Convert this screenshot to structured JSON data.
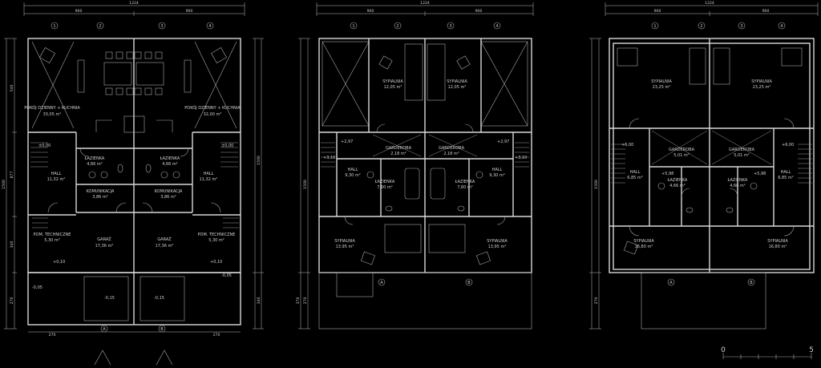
{
  "plans": [
    {
      "id": "ground-floor",
      "top_total": "1224",
      "top_segments": [
        "900",
        "900"
      ],
      "bottom_segments": [
        "270",
        "270"
      ],
      "left_dims": [
        "540",
        "877",
        "340",
        "270"
      ],
      "left_total": "1500",
      "right_dims": [
        "1500",
        "340"
      ],
      "rooms": [
        "POKÓJ DZIENNY + KUCHNIA",
        "POKÓJ DZIENNY + KUCHNIA",
        "ŁAZIENKA",
        "ŁAZIENKA",
        "HALL",
        "HALL",
        "GARAŻ",
        "GARAŻ",
        "POM. TECHNICZNE",
        "POM. TECHNICZNE",
        "KOMUNIKACJA",
        "KOMUNIKACJA"
      ],
      "areas": [
        "33,05 m²",
        "32,00 m²",
        "4,66 m²",
        "4,66 m²",
        "11,32 m²",
        "11,32 m²",
        "17,36 m²",
        "17,36 m²",
        "5,30 m²",
        "5,30 m²",
        "3,86 m²",
        "3,86 m²"
      ],
      "levels": [
        "±0,00",
        "±0,00",
        "-0,15",
        "-0,15",
        "-0,05",
        "-0,05",
        "+0,10",
        "+0,10"
      ],
      "axis_marks": [
        "1",
        "2",
        "3",
        "4",
        "A",
        "B"
      ]
    },
    {
      "id": "first-floor",
      "top_total": "1224",
      "top_segments": [
        "900",
        "900"
      ],
      "left_dims": [
        "1500",
        "270",
        "370"
      ],
      "rooms": [
        "SYPIALNIA",
        "SYPIALNIA",
        "GARDEROBA",
        "GARDEROBA",
        "ŁAZIENKA",
        "ŁAZIENKA",
        "HALL",
        "HALL",
        "SYPIALNIA",
        "SYPIALNIA"
      ],
      "areas": [
        "12,05 m²",
        "12,05 m²",
        "2,18 m²",
        "2,18 m²",
        "7,60 m²",
        "7,60 m²",
        "9,30 m²",
        "9,30 m²",
        "13,95 m²",
        "13,95 m²"
      ],
      "levels": [
        "+3,10",
        "+3,10",
        "+2,97",
        "+2,97"
      ],
      "axis_marks": [
        "1",
        "2",
        "3",
        "4",
        "A",
        "B"
      ]
    },
    {
      "id": "attic",
      "top_total": "1224",
      "top_segments": [
        "900",
        "900"
      ],
      "left_dims": [
        "1500",
        "270"
      ],
      "rooms": [
        "SYPIALNIA",
        "SYPIALNIA",
        "GARDEROBA",
        "GARDEROBA",
        "HALL",
        "HALL",
        "ŁAZIENKA",
        "ŁAZIENKA",
        "SYPIALNIA",
        "SYPIALNIA"
      ],
      "areas": [
        "23,25 m²",
        "23,25 m²",
        "5,01 m²",
        "5,01 m²",
        "6,85 m²",
        "6,85 m²",
        "4,66 m²",
        "4,66 m²",
        "16,80 m²",
        "16,80 m²"
      ],
      "levels": [
        "+6,00",
        "+6,00",
        "+5,98",
        "+5,98"
      ],
      "axis_marks": [
        "1",
        "2",
        "3",
        "4",
        "A",
        "B"
      ]
    }
  ],
  "scale_bar": {
    "start": "0",
    "end": "5"
  },
  "colors": {
    "background": "#000000",
    "lines": "#d8d8d8"
  }
}
